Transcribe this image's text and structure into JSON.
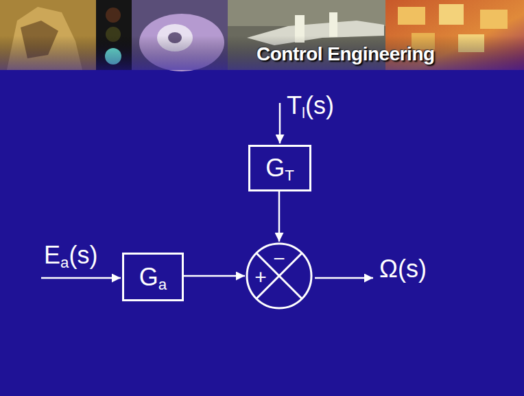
{
  "diagram": {
    "nodes": [
      {
        "text": [
          "GT"
        ]
      },
      {
        "text": [
          "Ga"
        ]
      },
      {
        "text": [
          "−",
          "+"
        ]
      }
    ],
    "edges": [
      {
        "from": 1,
        "to": 2,
        "arrow": "to"
      },
      {
        "from": 0,
        "to": 2,
        "arrow": "to"
      }
    ],
    "labels": [
      "Control Engineering",
      "Tl(s)",
      "Ea(s)",
      "Ω(s)"
    ]
  }
}
